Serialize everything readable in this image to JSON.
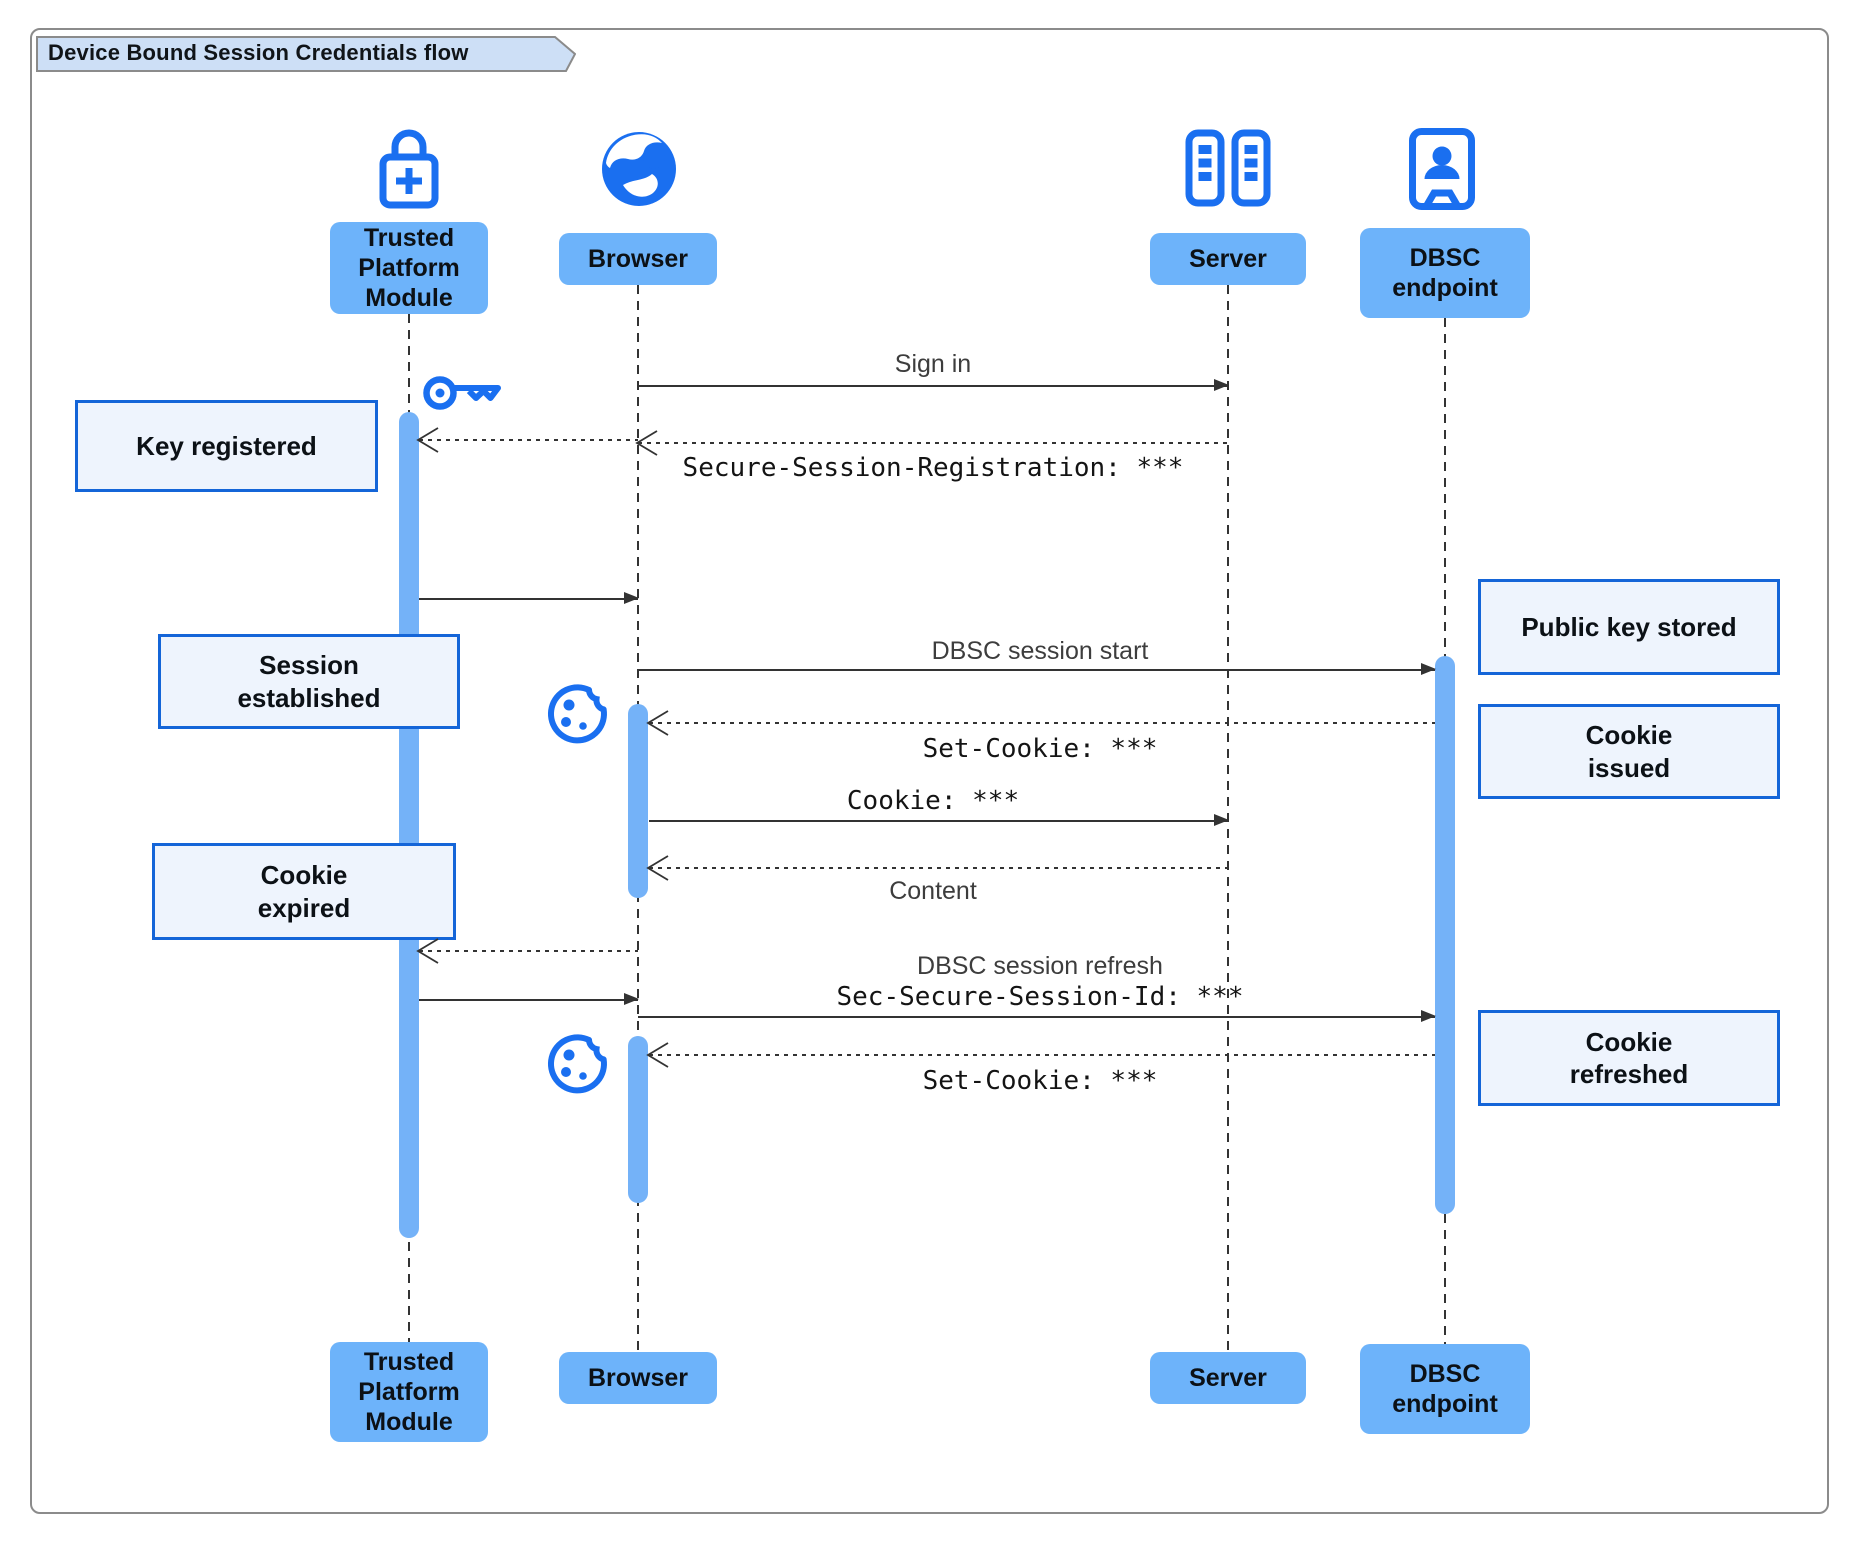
{
  "title": "Device Bound Session Credentials flow",
  "actors": {
    "tpm": {
      "label": "Trusted Platform Module",
      "icon": "lock-plus-icon"
    },
    "browser": {
      "label": "Browser",
      "icon": "globe-icon"
    },
    "server": {
      "label": "Server",
      "icon": "server-racks-icon"
    },
    "dbsc": {
      "label": "DBSC endpoint",
      "icon": "person-door-icon"
    }
  },
  "messages": {
    "sign_in": "Sign in",
    "secure_session_registration": "Secure-Session-Registration: ***",
    "dbsc_session_start": "DBSC session start",
    "set_cookie_1": "Set-Cookie: ***",
    "cookie": "Cookie: ***",
    "content": "Content",
    "dbsc_session_refresh": "DBSC session refresh",
    "sec_secure_session_id": "Sec-Secure-Session-Id: ***",
    "set_cookie_2": "Set-Cookie: ***"
  },
  "notes": {
    "key_registered": "Key registered",
    "session_established": "Session established",
    "cookie_expired": "Cookie expired",
    "public_key_stored": "Public key stored",
    "cookie_issued": "Cookie issued",
    "cookie_refreshed": "Cookie refreshed"
  },
  "decorative_icons": [
    "key-icon",
    "cookie-bite-icon",
    "cookie-bite-icon"
  ],
  "colors": {
    "icon_blue": "#1a6ff0",
    "participant_fill": "#6db3fa",
    "activation_fill": "#74b2f8",
    "note_fill": "#eef4fd",
    "note_border": "#1465d8",
    "line": "#333333",
    "title_fill": "#cddff6"
  }
}
